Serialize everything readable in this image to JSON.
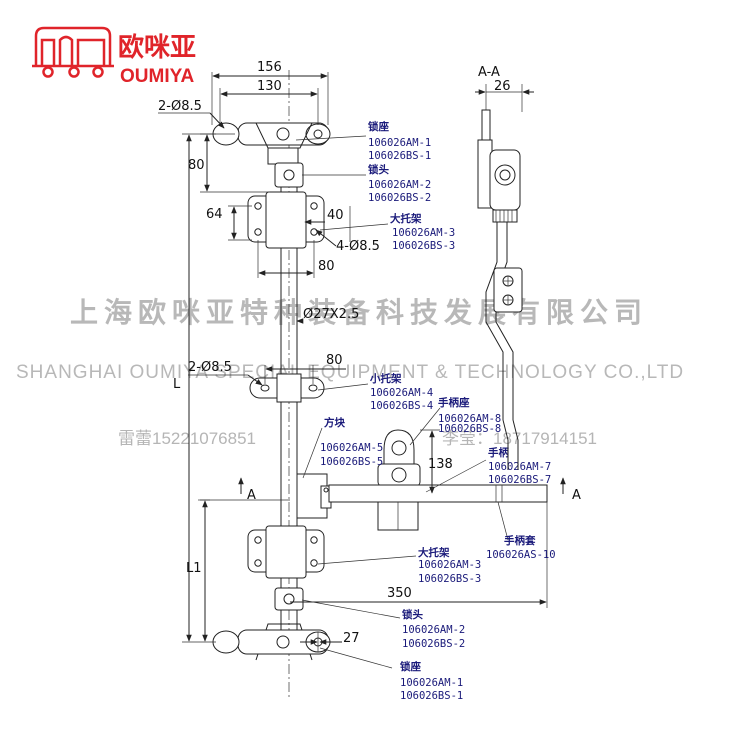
{
  "logo": {
    "name_cn": "欧咪亚",
    "name_en": "OUMIYA",
    "color": "#e0242a"
  },
  "watermark": {
    "company_cn": "上海欧咪亚特种装备科技发展有限公司",
    "company_en": "SHANGHAI OUMIYA SPECIAL EQUIPMENT & TECHNOLOGY CO.,LTD",
    "contact_left": "雷蕾15221076851",
    "contact_right": "李莹：18717914151"
  },
  "dimensions": {
    "d156": "156",
    "d130": "130",
    "hole_top": "2-Ø8.5",
    "d80_top": "80",
    "d64": "64",
    "d40": "40",
    "holes4": "4-Ø8.5",
    "d80_mid": "80",
    "tube": "Ø27X2.5",
    "d80_small": "80",
    "hole_small": "2-Ø8.5",
    "L": "L",
    "L1": "L1",
    "d138": "138",
    "d350": "350",
    "d27": "27",
    "section_title": "A-A",
    "section_26": "26",
    "A_left": "A",
    "A_right": "A"
  },
  "parts": {
    "lock_seat_top": {
      "name": "锁座",
      "code1": "106026AM-1",
      "code2": "106026BS-1"
    },
    "lock_head_top": {
      "name": "锁头",
      "code1": "106026AM-2",
      "code2": "106026BS-2"
    },
    "bracket_top": {
      "name": "大托架",
      "code1": "106026AM-3",
      "code2": "106026BS-3"
    },
    "small_bracket": {
      "name": "小托架",
      "code1": "106026AM-4",
      "code2": "106026BS-4"
    },
    "handle_seat": {
      "name": "手柄座",
      "code1": "106026AM-8",
      "code2": "106026BS-8"
    },
    "square_block": {
      "name": "方块",
      "code1": "106026AM-5",
      "code2": "106026BS-5"
    },
    "handle": {
      "name": "手柄",
      "code1": "106026AM-7",
      "code2": "106026BS-7"
    },
    "handle_sleeve": {
      "name": "手柄套",
      "code1": "106026AS-10"
    },
    "bracket_bottom": {
      "name": "大托架",
      "code1": "106026AM-3",
      "code2": "106026BS-3"
    },
    "lock_head_bottom": {
      "name": "锁头",
      "code1": "106026AM-2",
      "code2": "106026BS-2"
    },
    "lock_seat_bottom": {
      "name": "锁座",
      "code1": "106026AM-1",
      "code2": "106026BS-1"
    }
  }
}
